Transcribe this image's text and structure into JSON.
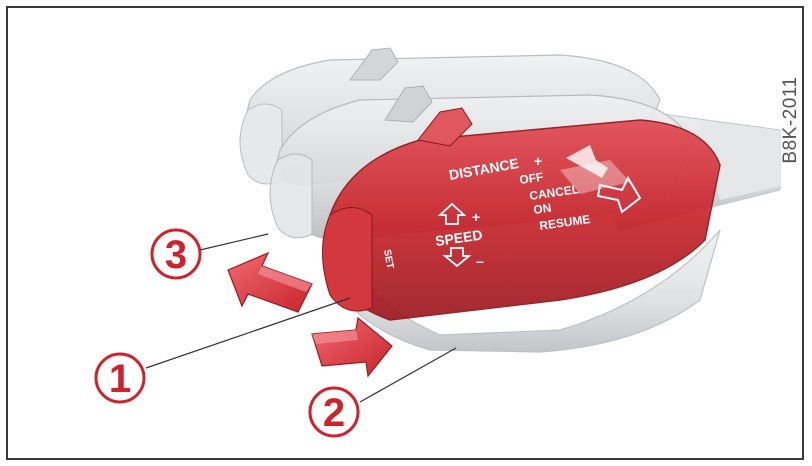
{
  "figure": {
    "code": "B8K-2011",
    "lever_labels": {
      "distance": "DISTANCE",
      "off": "OFF",
      "cancel": "CANCEL",
      "on": "ON",
      "resume": "RESUME",
      "speed": "SPEED",
      "set": "SET"
    },
    "callouts": [
      "1",
      "2",
      "3"
    ]
  },
  "colors": {
    "callout": "#d0222c",
    "lever_highlight": "#c8242c",
    "ghost_lever": "#d8dadc"
  }
}
